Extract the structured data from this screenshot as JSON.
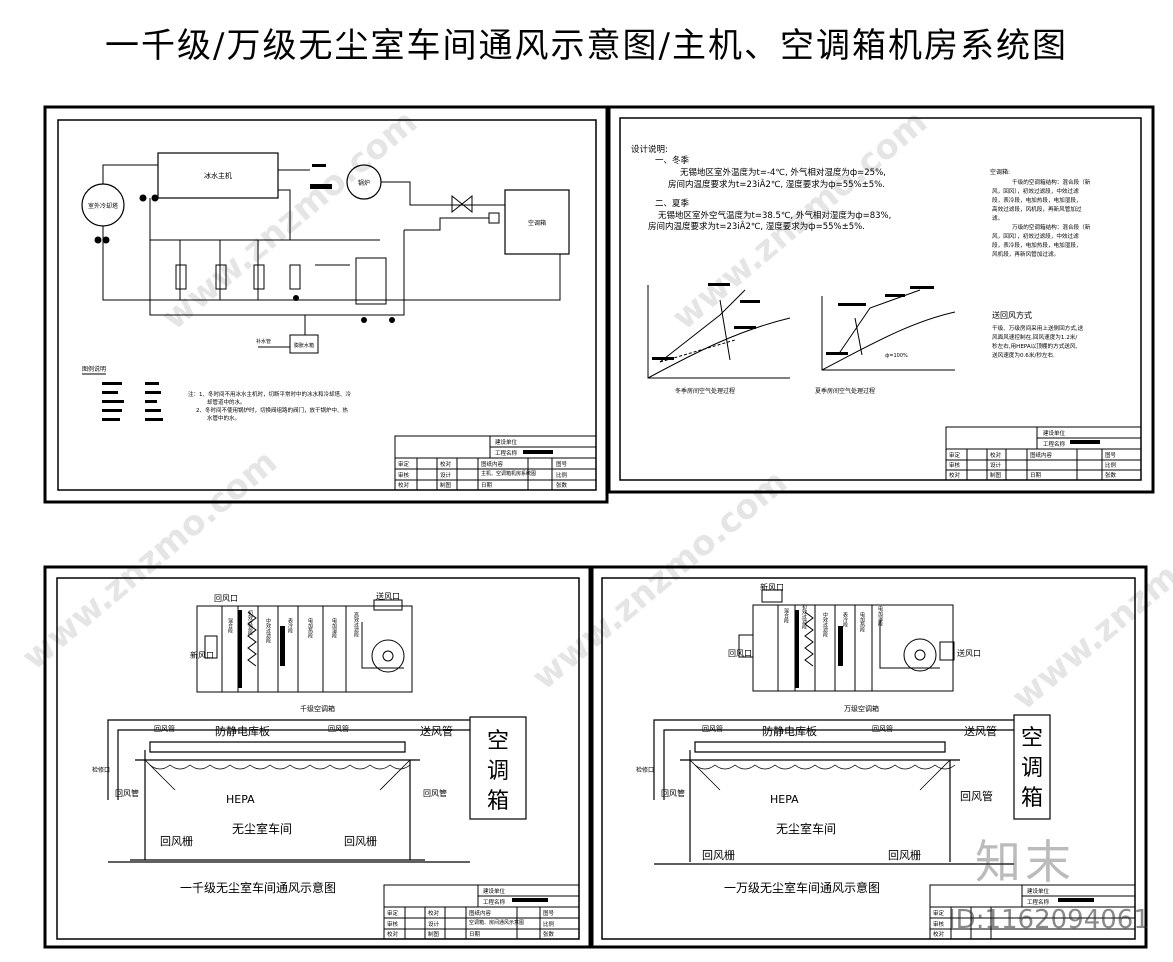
{
  "title": "一千级/万级无尘室车间通风示意图/主机、空调箱机房系统图",
  "watermark": {
    "site": "www.znzmo.com",
    "brand": "知末",
    "id": "ID:1162094061"
  },
  "panel_tl": {
    "equipment": {
      "chiller": "冰水主机",
      "cooling_tower": "室外冷却塔",
      "boiler": "锅炉",
      "ahu": "空调箱",
      "makeup_tank": "膨胀水箱",
      "supply_pipe": "补水管"
    },
    "notes": [
      "注：1、冬时间不用冰水主机时，切断平常时中的冰水和冷却塔、冷",
      "却管道中的水。",
      "2、冬时间不使用锅炉时，切换阀组路的阀门，放干锅炉中、热",
      "水管中的水。"
    ],
    "legend_title": "图例说明",
    "title_block": {
      "project": "建设单位",
      "name": "工程名称",
      "content_label": "图纸内容",
      "content": "主机、空调箱机房系统图",
      "row1": [
        "审定",
        "校对",
        "图号"
      ],
      "row2": [
        "审核",
        "设计",
        "比例"
      ],
      "row3": [
        "校对",
        "制图",
        "日期",
        "张数"
      ]
    }
  },
  "panel_tr": {
    "design_heading": "设计说明:",
    "winter_heading": "一、冬季",
    "winter_outdoor": "无锡地区室外温度为t=-4℃, 外气相对湿度为ф=25%,",
    "winter_indoor": "房间内温度要求为t=23iÂ2℃, 湿度要求为ф=55%±5%.",
    "summer_heading": "二、夏季",
    "summer_outdoor": "无锡地区室外空气温度为t=38.5℃, 外气相对湿度为ф=83%,",
    "summer_indoor": "房间内温度要求为t=23iÂ2℃, 湿度要求为ф=55%±5%.",
    "ahu_heading": "空调箱:",
    "ahu_lines": [
      "千级的空调箱结构：混合段（新",
      "风，回风），初效过滤段，中效过滤",
      "段，表冷段，电加热段，电加湿段，",
      "高效过滤段，风机段，再新风管加过",
      "滤。",
      "万级的空调箱结构：混合段（新",
      "风，回风），初效过滤段，中效过滤",
      "段，表冷段，电加热段，电加湿段，",
      "风机段，再新风管加过滤。"
    ],
    "airflow_heading": "送回风方式",
    "airflow_lines": [
      "千级、万级房间采用上送侧回方式,送",
      "风面风速控制在,回风速度为1.2米/",
      "秒左右,用HEPA以顶棚的方式送风,",
      "送风速度为0.6米/秒左右."
    ],
    "chart_left_caption": "冬季房间空气处理过程",
    "chart_right_caption": "夏季房间空气处理过程",
    "phi_label": "ф=100%"
  },
  "panel_bl": {
    "return_port": "回风口",
    "supply_port": "送风口",
    "fresh_port": "新风口",
    "sections": [
      "混合段",
      "初效过滤段",
      "中效过滤段",
      "表冷段",
      "电加热段",
      "电加湿段",
      "高效过滤段"
    ],
    "ahu_caption": "千级空调箱",
    "return_duct": "回风管",
    "supply_duct": "送风管",
    "static_floor": "防静电库板",
    "access_door": "检修口",
    "hepa": "HEPA",
    "room": "无尘室车间",
    "return_grille": "回风栅",
    "ahu_big": [
      "空",
      "调",
      "箱"
    ],
    "caption": "一千级无尘室车间通风示意图",
    "tb_content": "空调箱、房间通风示意图"
  },
  "panel_br": {
    "fresh_port": "新风口",
    "return_port": "回风口",
    "supply_port": "送风口",
    "sections": [
      "混合段",
      "初效过滤段",
      "中效过滤段",
      "表冷段",
      "电加热段",
      "电加湿段"
    ],
    "ahu_caption": "万级空调箱",
    "return_duct": "回风管",
    "supply_duct": "送风管",
    "static_floor": "防静电库板",
    "access_door": "检修口",
    "hepa": "HEPA",
    "room": "无尘室车间",
    "return_grille": "回风栅",
    "ahu_big": [
      "空",
      "调",
      "箱"
    ],
    "caption": "一万级无尘室车间通风示意图"
  }
}
